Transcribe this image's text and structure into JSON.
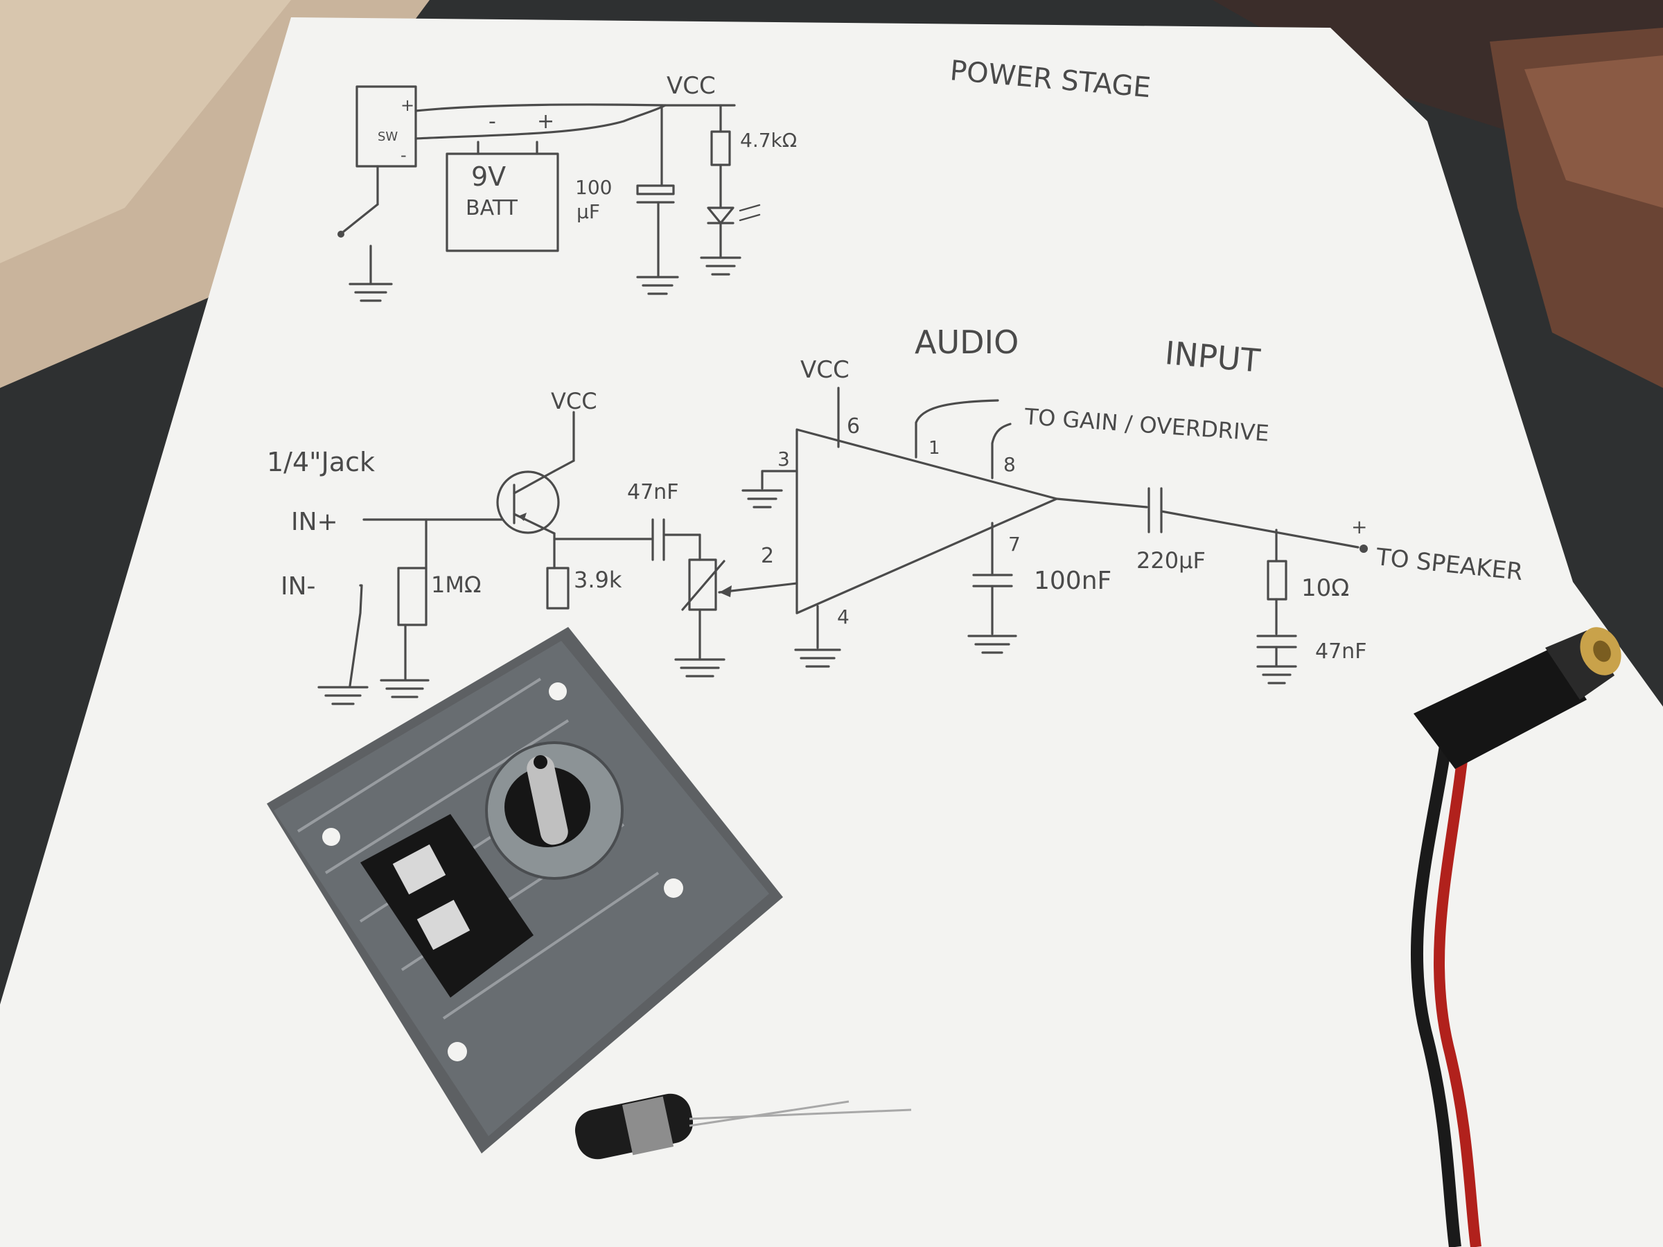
{
  "title": "POWER STAGE",
  "power_stage": {
    "vcc": "VCC",
    "switch_plus": "+",
    "switch_label": "SW",
    "switch_minus": "-",
    "battery_minus": "-",
    "battery_plus": "+",
    "battery_line1": "9V",
    "battery_line2": "BATT",
    "capacitor_line1": "100",
    "capacitor_line2": "µF",
    "resistor": "4.7kΩ"
  },
  "audio_input": {
    "title_left": "AUDIO",
    "title_right": "INPUT",
    "vcc_transistor": "VCC",
    "vcc_opamp": "VCC",
    "jack": "1/4\"Jack",
    "in_plus": "IN+",
    "in_minus": "IN-",
    "r_input": "1MΩ",
    "r_emitter": "3.9k",
    "c_coupling": "47nF",
    "pin_3": "3",
    "pin_6": "6",
    "pin_1": "1",
    "pin_8": "8",
    "pin_2": "2",
    "pin_7": "7",
    "pin_4": "4",
    "gain": "TO GAIN / OVERDRIVE",
    "c_pin7": "100nF",
    "c_output": "220µF",
    "r_zobel": "10Ω",
    "c_zobel": "47nF",
    "out_plus": "+",
    "speaker": "TO SPEAKER"
  },
  "colors": {
    "paper": "#f3f3f1",
    "ink": "#4b4b4b",
    "background": "#2a2b2c"
  },
  "icons": [
    "jack-socket-icon",
    "capacitor-icon",
    "dc-plug-icon"
  ]
}
